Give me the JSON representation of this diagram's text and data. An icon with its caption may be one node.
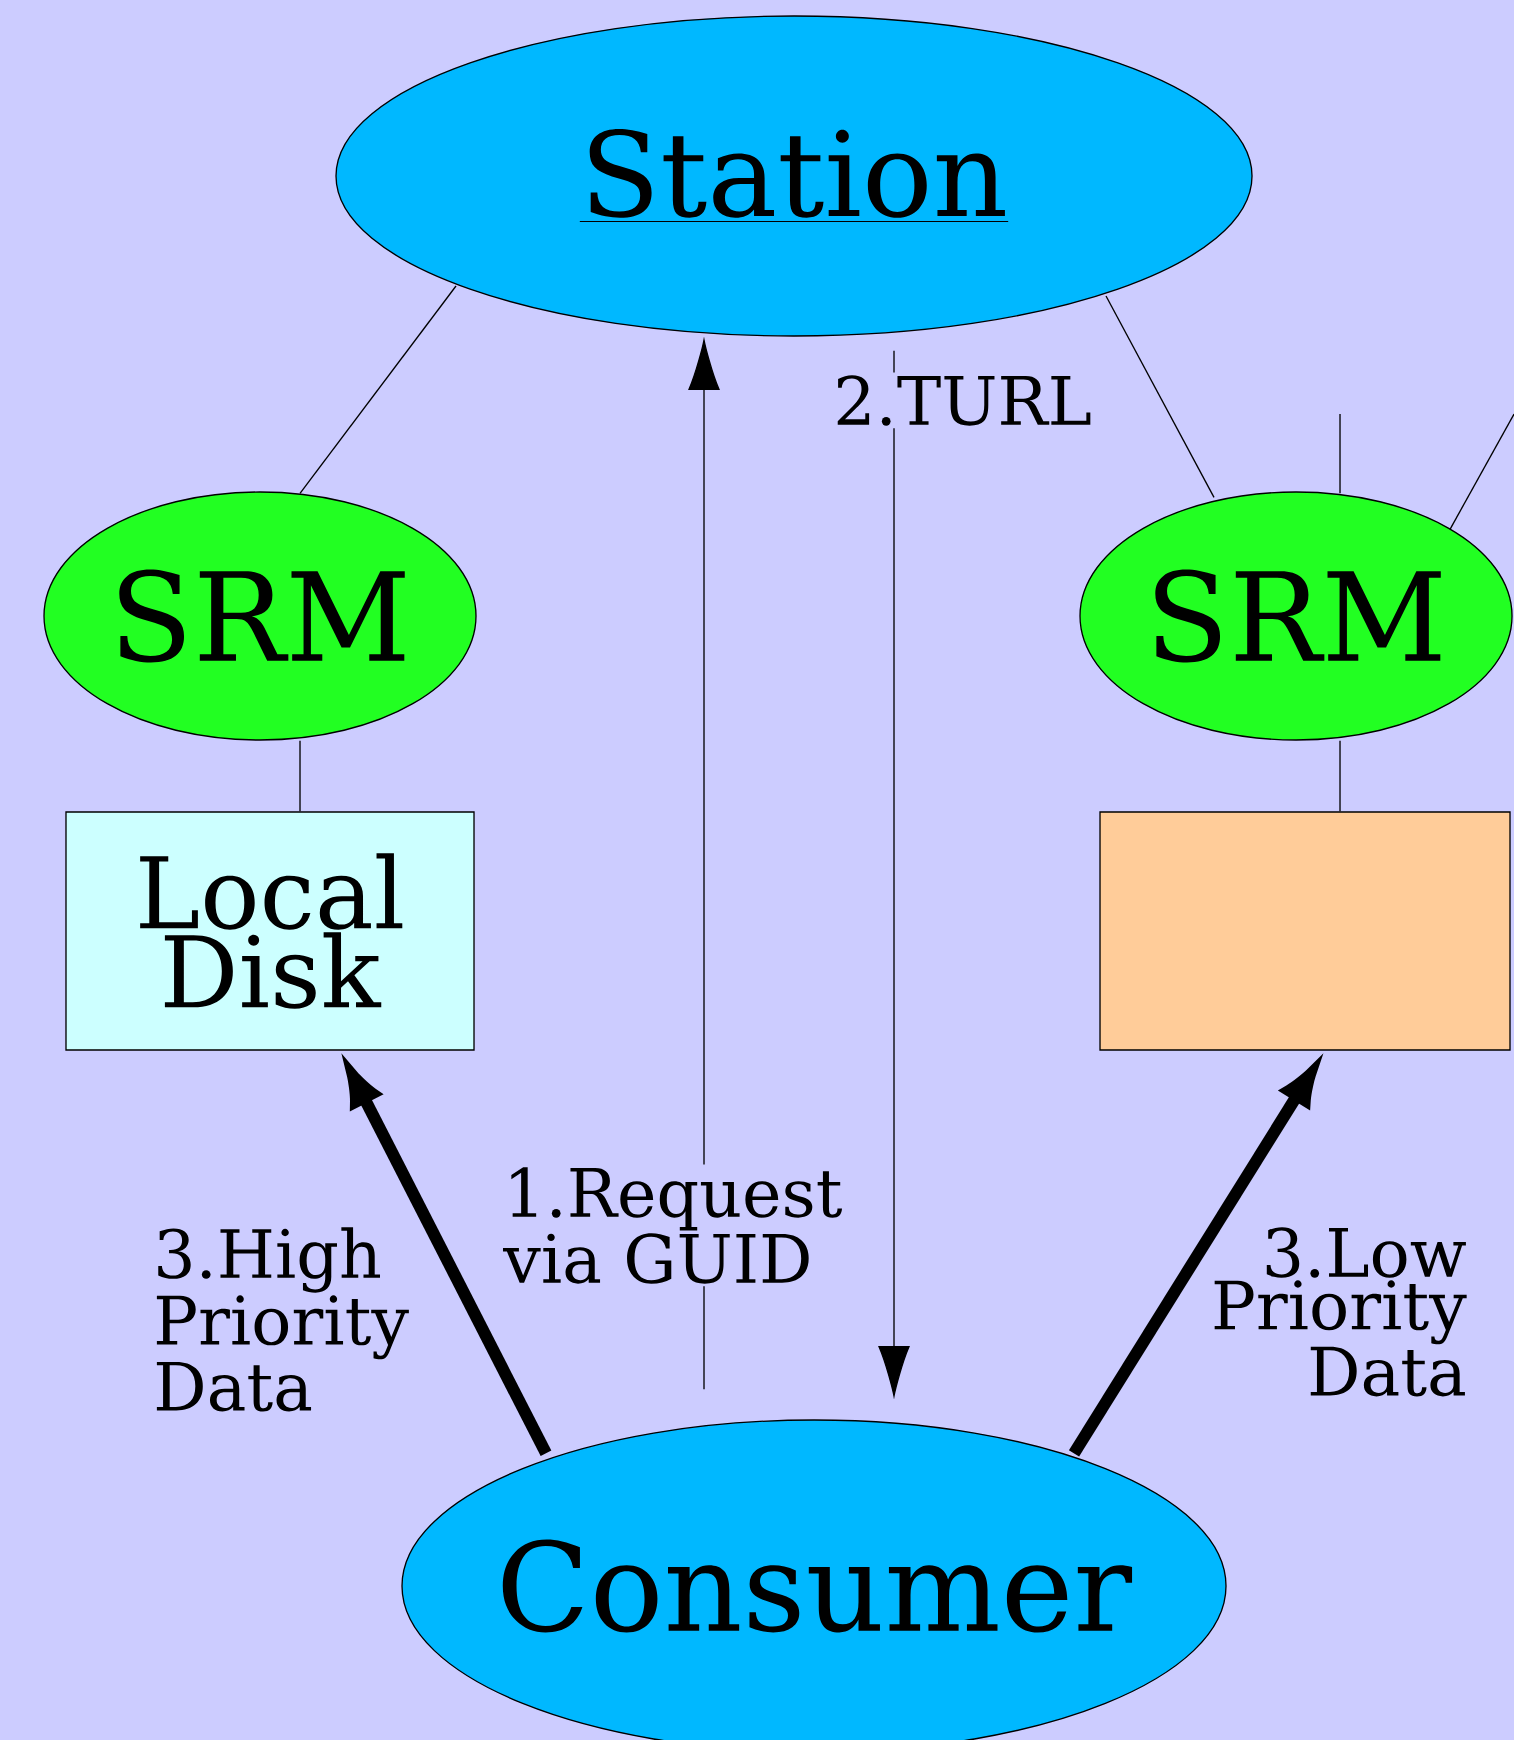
{
  "diagram": {
    "nodes": [
      {
        "text": [
          "Station"
        ]
      },
      {
        "text": [
          "SRM"
        ]
      },
      {
        "text": [
          "Local Disk"
        ]
      },
      {
        "text": [
          "SRM"
        ]
      },
      {
        "text": [],
        "shape": "box"
      },
      {
        "text": [
          "Consumer"
        ]
      }
    ],
    "edges": [
      {
        "from": 0,
        "to": 1,
        "arrow": "none"
      },
      {
        "from": 0,
        "to": 3,
        "arrow": "none"
      },
      {
        "from": 1,
        "to": 2,
        "arrow": "none"
      },
      {
        "from": 3,
        "to": 4,
        "arrow": "none"
      },
      {
        "from": 3,
        "to": null,
        "arrow": "none"
      },
      {
        "from": 3,
        "to": null,
        "arrow": "none"
      },
      {
        "from": 5,
        "to": 0,
        "arrow": "to",
        "label": "1.Request via GUID"
      },
      {
        "from": 0,
        "to": 5,
        "arrow": "to",
        "label": "2.TURL"
      },
      {
        "from": 5,
        "to": 2,
        "arrow": "to",
        "style": "thick",
        "label": "3.High Priority Data"
      },
      {
        "from": 5,
        "to": 4,
        "arrow": "to",
        "style": "thick",
        "label": "3.Low Priority Data"
      }
    ]
  }
}
